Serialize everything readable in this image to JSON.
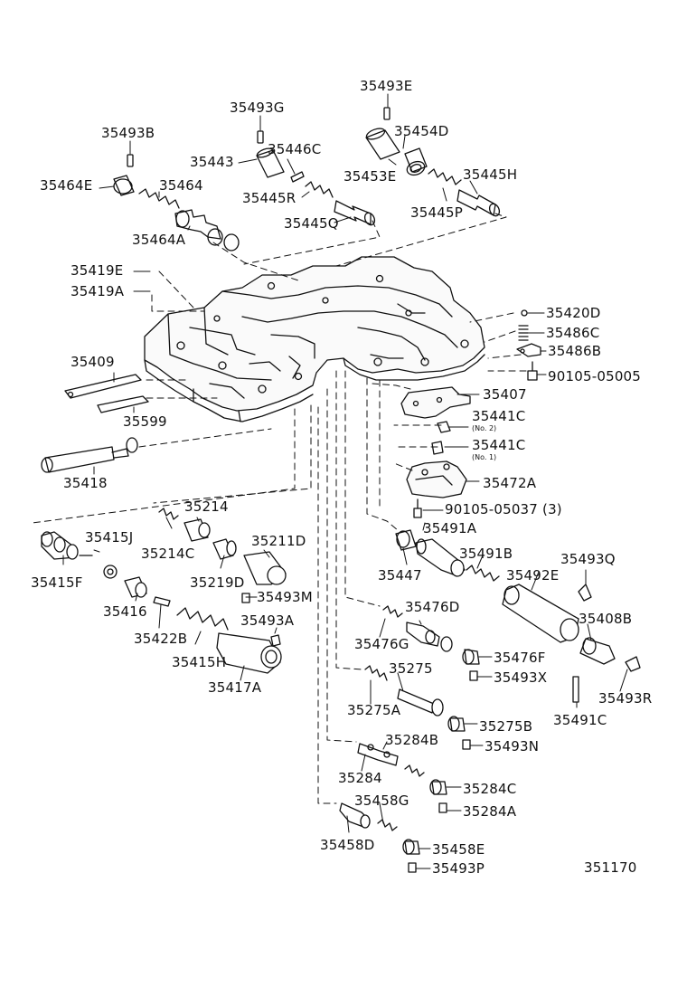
{
  "diagram_ref": "351170",
  "parts": {
    "p35493E": "35493E",
    "p35493G": "35493G",
    "p35454D": "35454D",
    "p35493B": "35493B",
    "p35446C": "35446C",
    "p35443": "35443",
    "p35453E": "35453E",
    "p35445H": "35445H",
    "p35464E": "35464E",
    "p35464": "35464",
    "p35445R": "35445R",
    "p35445P": "35445P",
    "p35445Q": "35445Q",
    "p35464A": "35464A",
    "p35419E": "35419E",
    "p35419A": "35419A",
    "p35420D": "35420D",
    "p35486C": "35486C",
    "p35486B": "35486B",
    "p9010505005": "90105-05005",
    "p35409": "35409",
    "p35407": "35407",
    "p35441C_2": "35441C",
    "p35599": "35599",
    "p35441C_1": "35441C",
    "p35418": "35418",
    "p35472A": "35472A",
    "p9010505037": "90105-05037 (3)",
    "p35214": "35214",
    "p35491A": "35491A",
    "p35415J": "35415J",
    "p35211D": "35211D",
    "p35214C": "35214C",
    "p35491B": "35491B",
    "p35493Q": "35493Q",
    "p35415F": "35415F",
    "p35219D": "35219D",
    "p35447": "35447",
    "p35492E": "35492E",
    "p35493M": "35493M",
    "p35416": "35416",
    "p35476D": "35476D",
    "p35408B": "35408B",
    "p35493A": "35493A",
    "p35422B": "35422B",
    "p35476G": "35476G",
    "p35415H": "35415H",
    "p35476F": "35476F",
    "p35275": "35275",
    "p35493X": "35493X",
    "p35417A": "35417A",
    "p35493R": "35493R",
    "p35275A": "35275A",
    "p35491C": "35491C",
    "p35275B": "35275B",
    "p35284B": "35284B",
    "p35493N": "35493N",
    "p35284": "35284",
    "p35284C": "35284C",
    "p35458G": "35458G",
    "p35284A": "35284A",
    "p35458D": "35458D",
    "p35458E": "35458E",
    "p35493P": "35493P"
  },
  "notes": {
    "no2": "(No. 2)",
    "no1": "(No. 1)"
  }
}
